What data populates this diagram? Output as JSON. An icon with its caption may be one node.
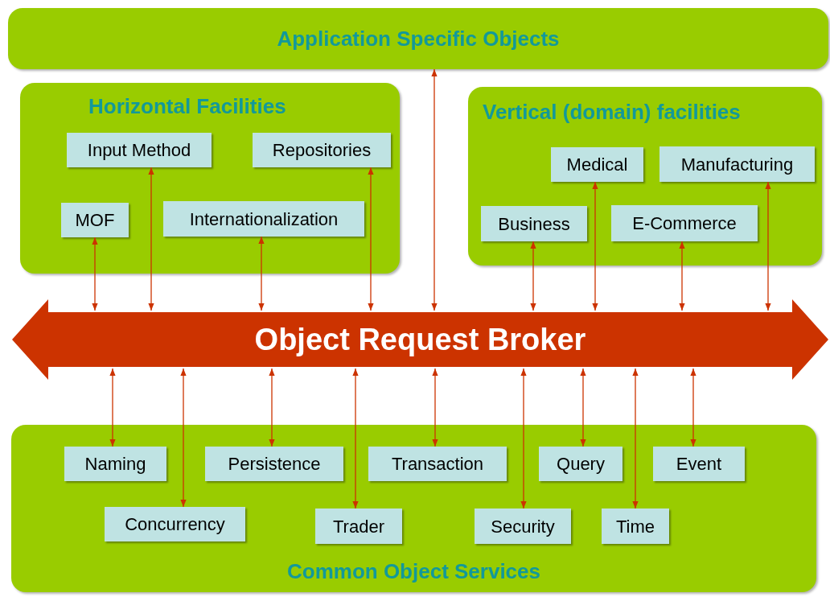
{
  "diagram": {
    "nodes": [
      {
        "text": [
          "Application Specific Objects"
        ]
      },
      {
        "text": [
          "Horizontal Facilities"
        ]
      },
      {
        "text": [
          "Input Method"
        ],
        "in": 1
      },
      {
        "text": [
          "Repositories"
        ],
        "in": 1
      },
      {
        "text": [
          "MOF"
        ],
        "in": 1
      },
      {
        "text": [
          "Internationalization"
        ],
        "in": 1
      },
      {
        "text": [
          "Vertical (domain) facilities"
        ]
      },
      {
        "text": [
          "Medical"
        ],
        "in": 6
      },
      {
        "text": [
          "Manufacturing"
        ],
        "in": 6
      },
      {
        "text": [
          "Business"
        ],
        "in": 6
      },
      {
        "text": [
          "E-Commerce"
        ],
        "in": 6
      },
      {
        "text": [
          "Object Request Broker"
        ]
      },
      {
        "text": [
          "Common Object Services"
        ]
      },
      {
        "text": [
          "Naming"
        ],
        "in": 12
      },
      {
        "text": [
          "Persistence"
        ],
        "in": 12
      },
      {
        "text": [
          "Transaction"
        ],
        "in": 12
      },
      {
        "text": [
          "Query"
        ],
        "in": 12
      },
      {
        "text": [
          "Event"
        ],
        "in": 12
      },
      {
        "text": [
          "Concurrency"
        ],
        "in": 12
      },
      {
        "text": [
          "Trader"
        ],
        "in": 12
      },
      {
        "text": [
          "Security"
        ],
        "in": 12
      },
      {
        "text": [
          "Time"
        ],
        "in": 12
      }
    ],
    "edges": [
      {
        "from": 4,
        "to": 11,
        "arrow": "both"
      },
      {
        "from": 2,
        "to": 11,
        "arrow": "both"
      },
      {
        "from": 5,
        "to": 11,
        "arrow": "both"
      },
      {
        "from": 3,
        "to": 11,
        "arrow": "both"
      },
      {
        "from": 0,
        "to": 11,
        "arrow": "both"
      },
      {
        "from": 9,
        "to": 11,
        "arrow": "both"
      },
      {
        "from": 7,
        "to": 11,
        "arrow": "both"
      },
      {
        "from": 10,
        "to": 11,
        "arrow": "both"
      },
      {
        "from": 8,
        "to": 11,
        "arrow": "both"
      },
      {
        "from": 13,
        "to": 11,
        "arrow": "both"
      },
      {
        "from": 18,
        "to": 11,
        "arrow": "both"
      },
      {
        "from": 14,
        "to": 11,
        "arrow": "both"
      },
      {
        "from": 19,
        "to": 11,
        "arrow": "both"
      },
      {
        "from": 15,
        "to": 11,
        "arrow": "both"
      },
      {
        "from": 20,
        "to": 11,
        "arrow": "both"
      },
      {
        "from": 16,
        "to": 11,
        "arrow": "both"
      },
      {
        "from": 21,
        "to": 11,
        "arrow": "both"
      },
      {
        "from": 17,
        "to": 11,
        "arrow": "both"
      }
    ]
  }
}
